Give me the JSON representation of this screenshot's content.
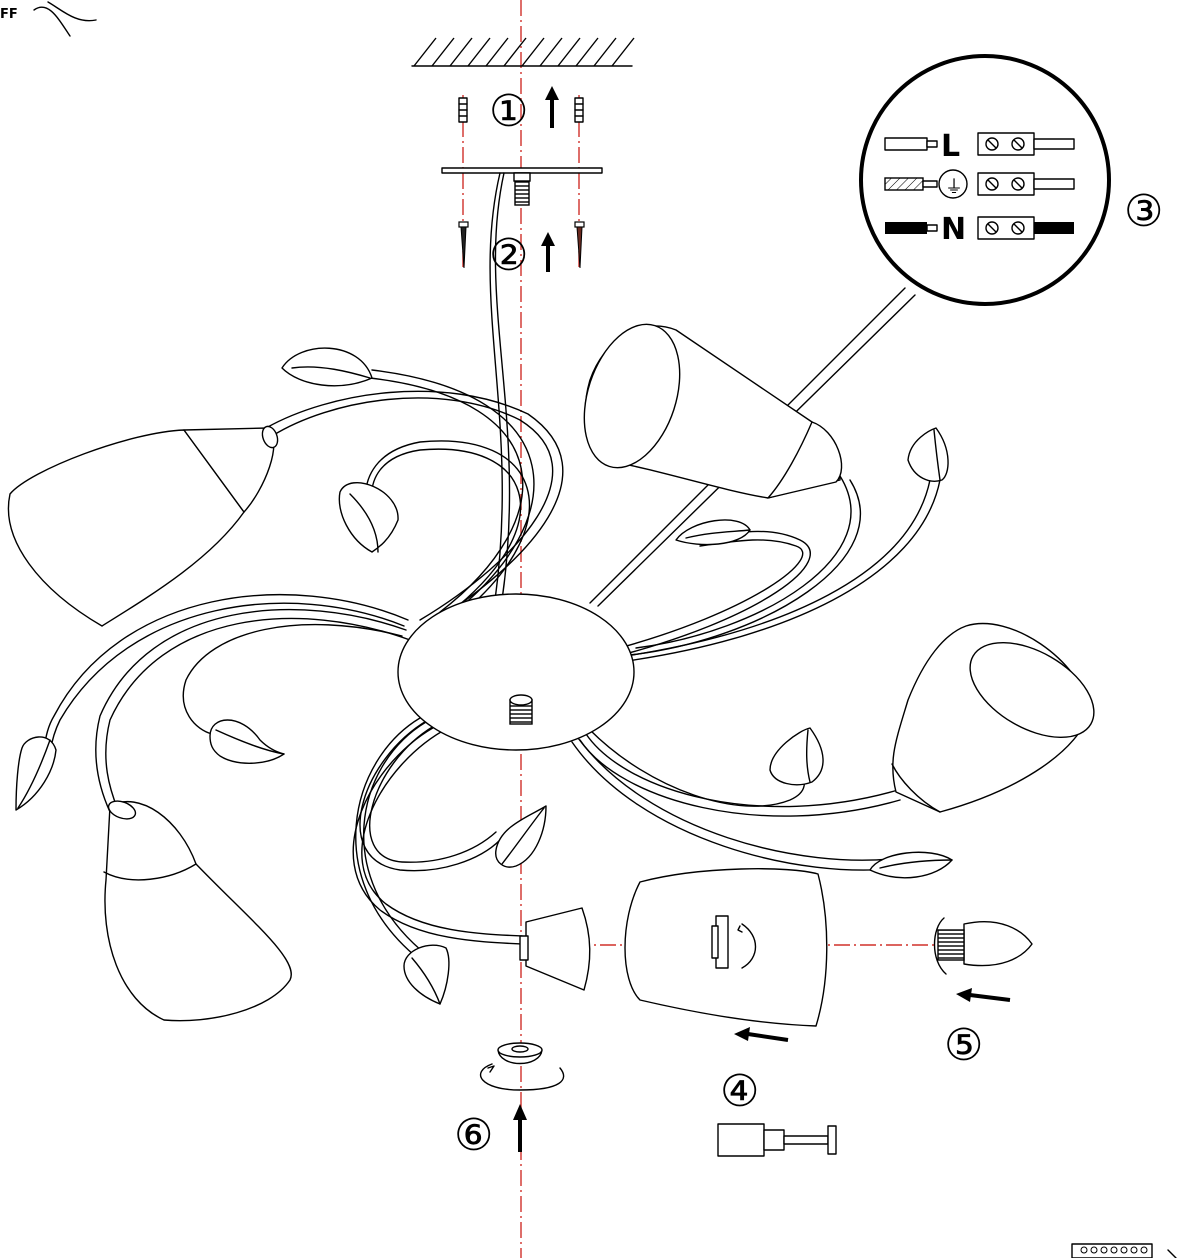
{
  "corner_text": "FF",
  "steps": [
    {
      "number": "①",
      "name": "ceiling-mount"
    },
    {
      "number": "②",
      "name": "fix-mounting-plate"
    },
    {
      "number": "③",
      "name": "wiring"
    },
    {
      "number": "④",
      "name": "attach-glass-shade"
    },
    {
      "number": "⑤",
      "name": "insert-bulb"
    },
    {
      "number": "⑥",
      "name": "fasten-finial"
    }
  ],
  "wiring_detail": {
    "rows": [
      {
        "label": "L",
        "wire": "live"
      },
      {
        "label": "⏚",
        "wire": "earth"
      },
      {
        "label": "N",
        "wire": "neutral"
      }
    ]
  },
  "colors": {
    "centerline": "#d0302a",
    "line": "#000000",
    "background": "#ffffff"
  }
}
